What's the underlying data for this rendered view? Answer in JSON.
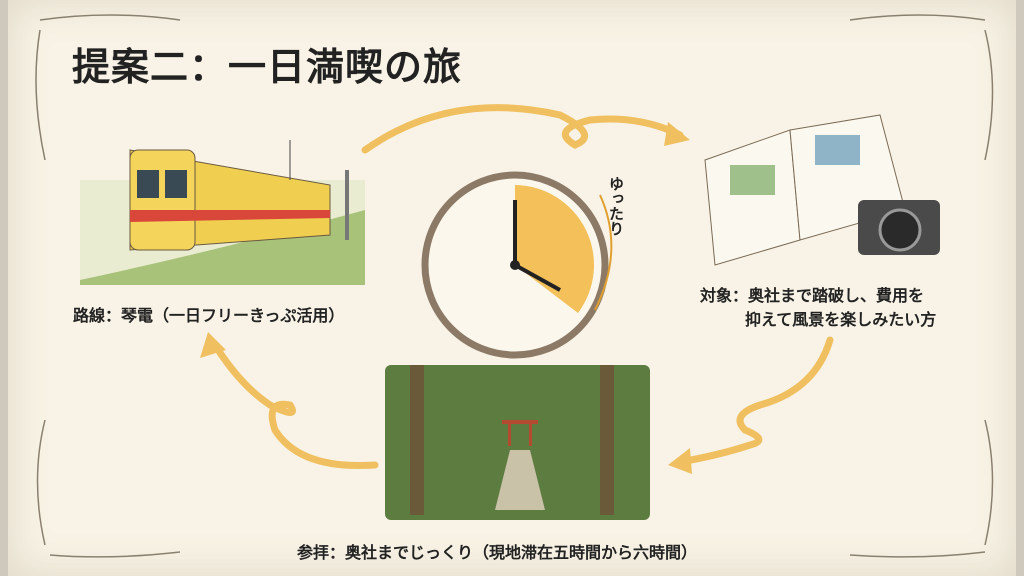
{
  "title": "提案二：一日満喫の旅",
  "route_caption": "路線：琴電（一日フリーきっぷ活用）",
  "target_caption": {
    "line1": "対象：奥社まで踏破し、費用を",
    "line2": "抑えて風景を楽しみたい方"
  },
  "visit_caption": "参拝：奥社までじっくり（現地滞在五時間から六時間）",
  "clock_label": "ゆったり",
  "illustrations": [
    "train-illustration",
    "guidebook-camera-illustration",
    "clock-illustration",
    "forest-shrine-illustration"
  ],
  "colors": {
    "background": "#f8f3e6",
    "arrow": "#f0c060",
    "text": "#222222",
    "clock_fill": "#f2b640"
  }
}
